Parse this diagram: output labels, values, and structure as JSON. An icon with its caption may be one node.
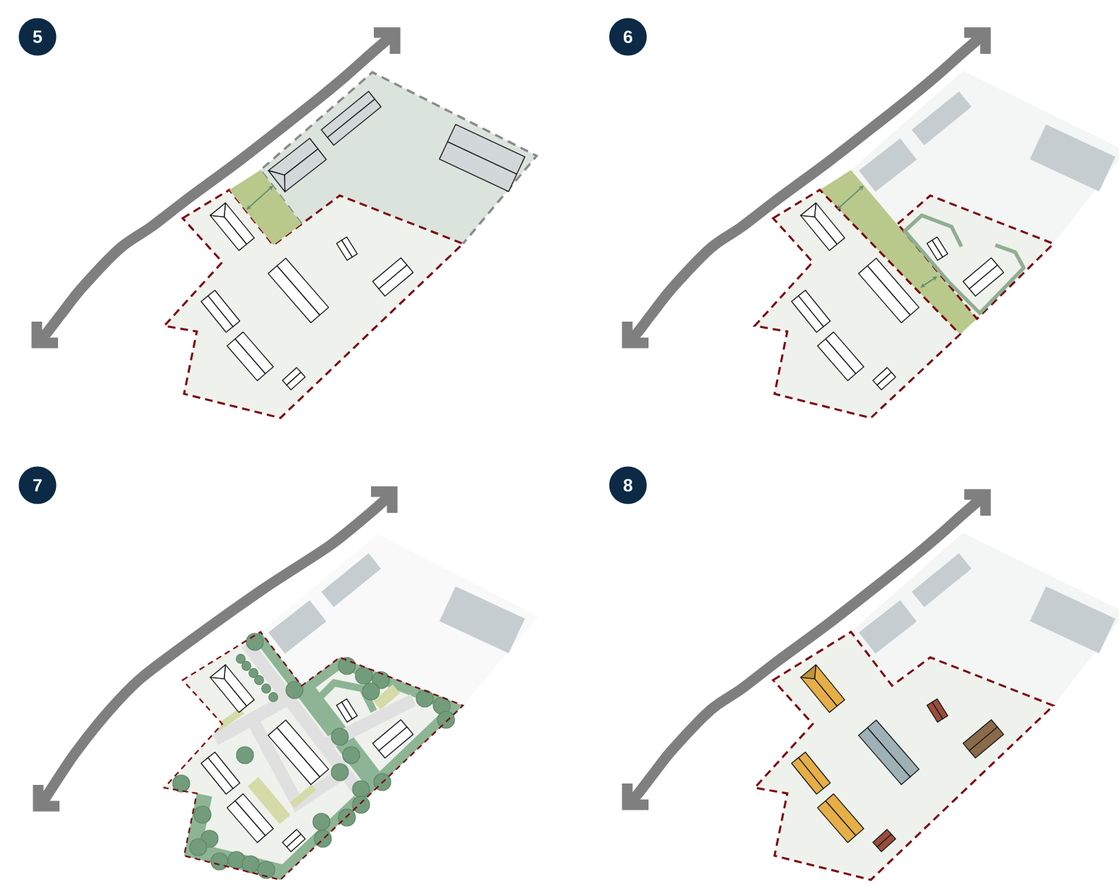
{
  "diagram": {
    "nodes": [
      {
        "text": [
          "5"
        ]
      },
      {
        "text": [
          "6"
        ]
      },
      {
        "text": [
          "7"
        ]
      },
      {
        "text": [
          "8"
        ]
      }
    ]
  }
}
